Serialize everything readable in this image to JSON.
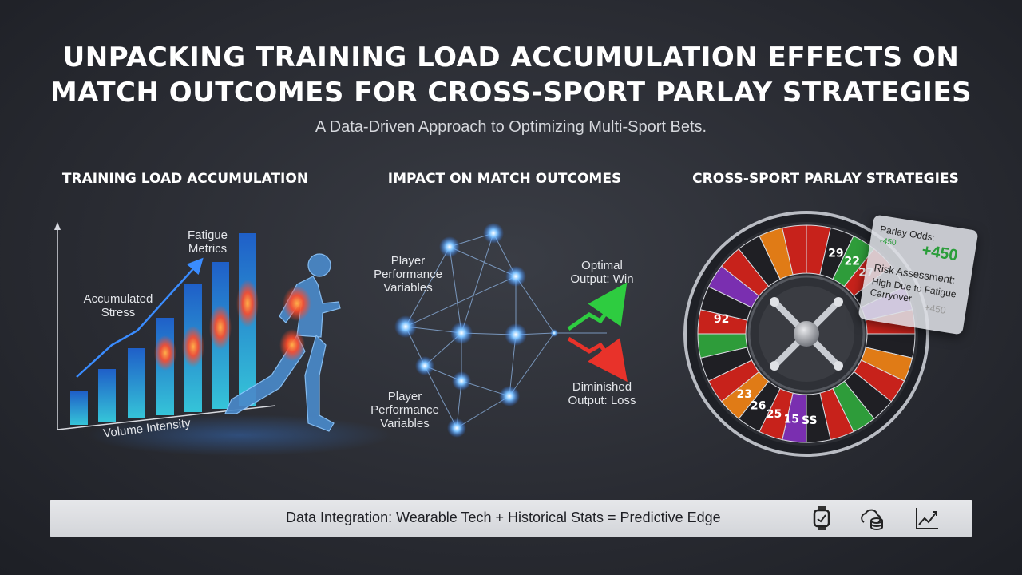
{
  "header": {
    "title_line1": "UNPACKING TRAINING LOAD ACCUMULATION EFFECTS ON",
    "title_line2": "MATCH OUTCOMES FOR CROSS-SPORT PARLAY STRATEGIES",
    "subtitle": "A Data-Driven Approach to Optimizing Multi-Sport Bets."
  },
  "sections": {
    "training": {
      "heading": "TRAINING LOAD ACCUMULATION",
      "fatigue_label": "Fatigue Metrics",
      "stress_label": "Accumulated Stress",
      "axis_label": "Volume Intensity",
      "bar_color_low": "#35c4d8",
      "bar_color_high": "#1f5fc8",
      "hotspot_color": "#ff4a2a"
    },
    "impact": {
      "heading": "IMPACT ON MATCH OUTCOMES",
      "top_input_label": "Player Performance Variables",
      "bottom_input_label": "Player Performance Variables",
      "win_label": "Optimal Output: Win",
      "loss_label": "Diminished Output: Loss",
      "node_color": "#5fb0ff",
      "win_color": "#2ecc40",
      "loss_color": "#e8322a"
    },
    "parlay": {
      "heading": "CROSS-SPORT PARLAY STRATEGIES",
      "odds_title": "Parlay Odds:",
      "odds_small": "+450",
      "odds_value": "+450",
      "risk_title": "Risk Assessment:",
      "risk_detail": "High Due to Fatigue Carryover",
      "risk_ghost": "+450",
      "wheel_numbers": [
        "29",
        "22",
        "27",
        "26",
        "25",
        "23",
        "15",
        "SS",
        "92"
      ]
    }
  },
  "footer": {
    "text": "Data Integration: Wearable Tech + Historical Stats = Predictive Edge",
    "icons": [
      "smartwatch-icon",
      "cloud-database-icon",
      "line-chart-icon"
    ]
  }
}
